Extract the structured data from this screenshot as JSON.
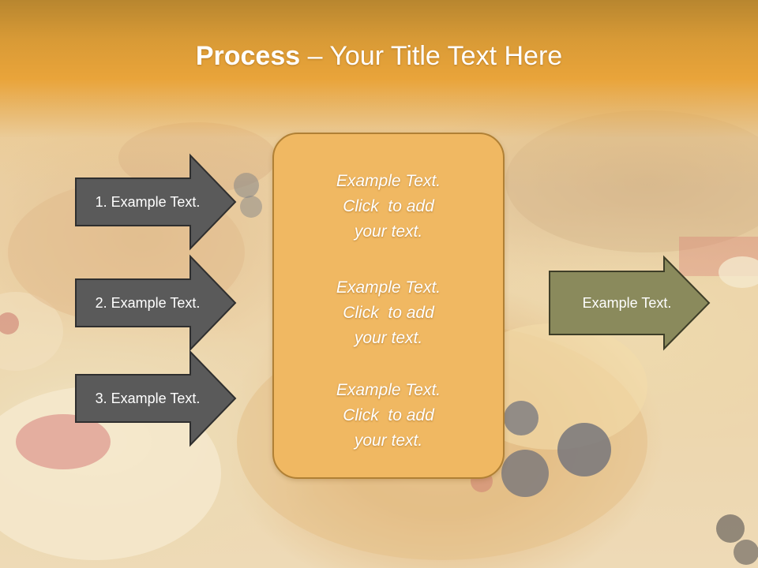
{
  "slide": {
    "title_bold": "Process",
    "title_rest": " – Your Title Text Here",
    "left_arrows": [
      {
        "label": "1. Example Text."
      },
      {
        "label": "2. Example Text."
      },
      {
        "label": "3. Example Text."
      }
    ],
    "center_box": {
      "paragraphs": [
        {
          "lines": [
            "Example Text.",
            "Click  to add",
            "your text."
          ]
        },
        {
          "lines": [
            "Example Text.",
            "Click  to add",
            "your text."
          ]
        },
        {
          "lines": [
            "Example Text.",
            "Click  to add",
            "your text."
          ]
        }
      ]
    },
    "right_arrow": {
      "label": "Example Text."
    }
  },
  "colors": {
    "title_band": "#e9a43a",
    "dark_arrow_fill": "#5a5a5a",
    "dark_arrow_stroke": "#2f2f2f",
    "olive_arrow_fill": "#8a8a5c",
    "olive_arrow_stroke": "#3e3e28",
    "center_box_fill": "#f0b862",
    "center_box_stroke": "#b08035",
    "text": "#ffffff"
  },
  "background": {
    "image": "pastry-tarts-photo"
  }
}
